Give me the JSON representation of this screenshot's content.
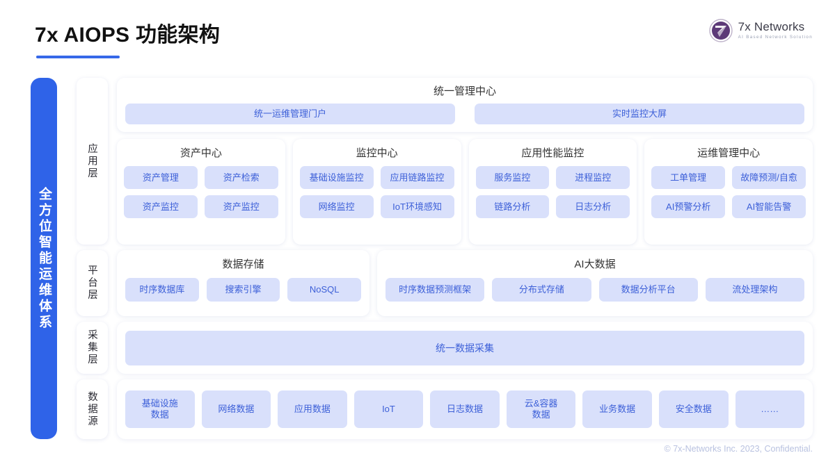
{
  "header": {
    "title": "7x AIOPS 功能架构",
    "logo_name": "7x Networks",
    "logo_tagline": "AI Based Network Solution"
  },
  "side_bar": {
    "text": "全方位智能运维体系"
  },
  "layers": [
    {
      "label": "应用层"
    },
    {
      "label": "平台层"
    },
    {
      "label": "采集层"
    },
    {
      "label": "数据源"
    }
  ],
  "application_layer": {
    "unified_center": {
      "title": "统一管理中心",
      "chips": [
        "统一运维管理门户",
        "实时监控大屏"
      ]
    },
    "cards": [
      {
        "title": "资产中心",
        "chips": [
          "资产管理",
          "资产检索",
          "资产监控",
          "资产监控"
        ]
      },
      {
        "title": "监控中心",
        "chips": [
          "基础设施监控",
          "应用链路监控",
          "网络监控",
          "IoT环境感知"
        ]
      },
      {
        "title": "应用性能监控",
        "chips": [
          "服务监控",
          "进程监控",
          "链路分析",
          "日志分析"
        ]
      },
      {
        "title": "运维管理中心",
        "chips": [
          "工单管理",
          "故障预测/自愈",
          "AI预警分析",
          "AI智能告警"
        ]
      }
    ]
  },
  "platform_layer": {
    "storage": {
      "title": "数据存储",
      "chips": [
        "时序数据库",
        "搜索引擎",
        "NoSQL"
      ]
    },
    "bigdata": {
      "title": "AI大数据",
      "chips": [
        "时序数据预测框架",
        "分布式存储",
        "数据分析平台",
        "流处理架构"
      ]
    }
  },
  "collection_layer": {
    "chip": "统一数据采集"
  },
  "source_layer": {
    "chips": [
      {
        "line1": "基础设施",
        "line2": "数据"
      },
      {
        "line1": "网络数据",
        "line2": ""
      },
      {
        "line1": "应用数据",
        "line2": ""
      },
      {
        "line1": "IoT",
        "line2": ""
      },
      {
        "line1": "日志数据",
        "line2": ""
      },
      {
        "line1": "云&容器",
        "line2": "数据"
      },
      {
        "line1": "业务数据",
        "line2": ""
      },
      {
        "line1": "安全数据",
        "line2": ""
      },
      {
        "line1": "……",
        "line2": ""
      }
    ]
  },
  "footer": {
    "text": "© 7x-Networks Inc. 2023, Confidential."
  },
  "colors": {
    "accent_blue": "#2f63e8",
    "chip_bg": "#d9e0fb",
    "chip_text": "#3d60d8",
    "logo_purple": "#5d3a78",
    "footer_text": "#b9c2e0"
  }
}
